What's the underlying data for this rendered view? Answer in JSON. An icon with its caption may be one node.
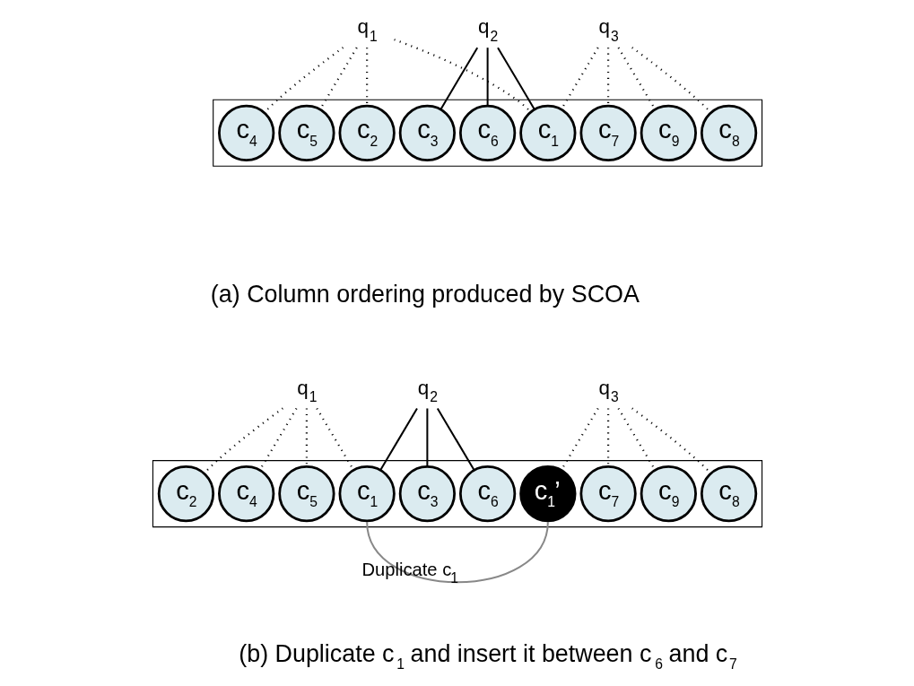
{
  "diagram": {
    "nodes": [
      {
        "text": [
          "q$_{1}$"
        ]
      },
      {
        "text": [
          "q$_{2}$"
        ]
      },
      {
        "text": [
          "q$_{3}$"
        ]
      },
      {
        "text": [],
        "shape": "box"
      },
      {
        "text": [
          "c$_{4}$"
        ],
        "in": 3
      },
      {
        "text": [
          "c$_{5}$"
        ],
        "in": 3
      },
      {
        "text": [
          "c$_{2}$"
        ],
        "in": 3
      },
      {
        "text": [
          "c$_{1}$"
        ],
        "in": 3
      },
      {
        "text": [
          "c$_{3}$"
        ],
        "in": 3
      },
      {
        "text": [
          "c$_{6}$"
        ],
        "in": 3
      },
      {
        "text": [
          "c$_{7}$"
        ],
        "in": 3
      },
      {
        "text": [
          "c$_{9}$"
        ],
        "in": 3
      },
      {
        "text": [
          "c$_{8}$"
        ],
        "in": 3
      },
      {
        "text": [
          "q$_{1}$"
        ]
      },
      {
        "text": [
          "q$_{2}$"
        ]
      },
      {
        "text": [
          "q$_{3}$"
        ]
      },
      {
        "text": [],
        "shape": "box"
      },
      {
        "text": [
          "c$_{4}$"
        ],
        "in": 16
      },
      {
        "text": [
          "c$_{5}$"
        ],
        "in": 16
      },
      {
        "text": [
          "c$_{2}$"
        ],
        "in": 16
      },
      {
        "text": [
          "c$_{1}$"
        ],
        "in": 16
      },
      {
        "text": [
          "c$_{3}$"
        ],
        "in": 16
      },
      {
        "text": [
          "c$_{6}$"
        ],
        "in": 16
      },
      {
        "text": [
          "c$_{1}$’"
        ],
        "in": 16
      },
      {
        "text": [
          "c$_{7}$"
        ],
        "in": 16
      },
      {
        "text": [
          "c$_{9}$"
        ],
        "in": 16
      },
      {
        "text": [
          "c$_{8}$"
        ],
        "in": 16
      }
    ],
    "edges": [
      {
        "from": 0,
        "to": 4,
        "arrow": "none",
        "style": "dashed"
      },
      {
        "from": 0,
        "to": 5,
        "arrow": "none",
        "style": "dashed"
      },
      {
        "from": 0,
        "to": 6,
        "arrow": "none",
        "style": "dashed"
      },
      {
        "from": 0,
        "to": 7,
        "arrow": "none",
        "style": "dashed"
      },
      {
        "from": 1,
        "to": 7,
        "arrow": "none"
      },
      {
        "from": 1,
        "to": 8,
        "arrow": "none"
      },
      {
        "from": 1,
        "to": 9,
        "arrow": "none"
      },
      {
        "from": 2,
        "to": 7,
        "arrow": "none",
        "style": "dashed"
      },
      {
        "from": 2,
        "to": 10,
        "arrow": "none",
        "style": "dashed"
      },
      {
        "from": 2,
        "to": 11,
        "arrow": "none",
        "style": "dashed"
      },
      {
        "from": 2,
        "to": 12,
        "arrow": "none",
        "style": "dashed"
      },
      {
        "from": 13,
        "to": 17,
        "arrow": "none",
        "style": "dashed"
      },
      {
        "from": 13,
        "to": 18,
        "arrow": "none",
        "style": "dashed"
      },
      {
        "from": 13,
        "to": 19,
        "arrow": "none",
        "style": "dashed"
      },
      {
        "from": 13,
        "to": 20,
        "arrow": "none",
        "style": "dashed"
      },
      {
        "from": 14,
        "to": 20,
        "arrow": "none"
      },
      {
        "from": 14,
        "to": 21,
        "arrow": "none"
      },
      {
        "from": 14,
        "to": 22,
        "arrow": "none"
      },
      {
        "from": 15,
        "to": 23,
        "arrow": "none",
        "style": "dashed"
      },
      {
        "from": 15,
        "to": 24,
        "arrow": "none",
        "style": "dashed"
      },
      {
        "from": 15,
        "to": 25,
        "arrow": "none",
        "style": "dashed"
      },
      {
        "from": 15,
        "to": 26,
        "arrow": "none",
        "style": "dashed"
      },
      {
        "from": 20,
        "to": 23,
        "arrow": "none",
        "label": "Duplicate c$_{1}$",
        "color": "#888888"
      }
    ],
    "labels": [
      "(a) Column ordering produced by SCOA",
      "(b) Duplicate c$_{1}$ and insert it between c$_{6}$ and c$_{7}$"
    ]
  }
}
